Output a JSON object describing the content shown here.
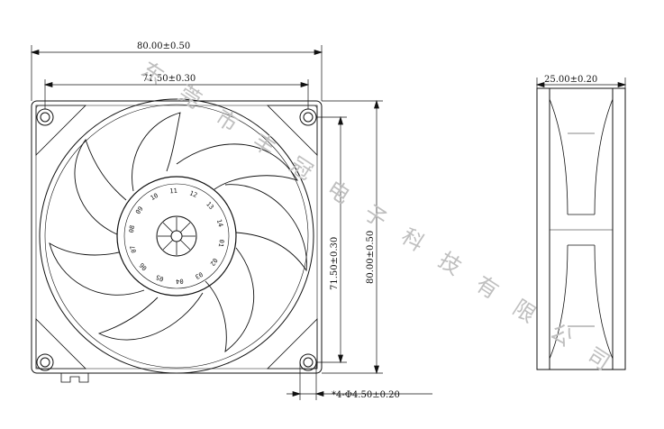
{
  "dimensions": {
    "overall_width": "80.00±0.50",
    "hole_spacing_h": "71.50±0.30",
    "depth": "25.00±0.20",
    "hole_spacing_v": "71.50±0.30",
    "overall_height": "80.00±0.50",
    "mount_holes": "*4-Φ4.50±0.20"
  },
  "watermark": {
    "characters": [
      "东",
      "莞",
      "市",
      "丰",
      "冠",
      "电",
      "子",
      "科",
      "技",
      "有",
      "限",
      "公",
      "司"
    ]
  },
  "hub_numbers": [
    "01",
    "02",
    "03",
    "04",
    "05",
    "06",
    "07",
    "08",
    "09",
    "10",
    "11",
    "12",
    "13",
    "14"
  ]
}
